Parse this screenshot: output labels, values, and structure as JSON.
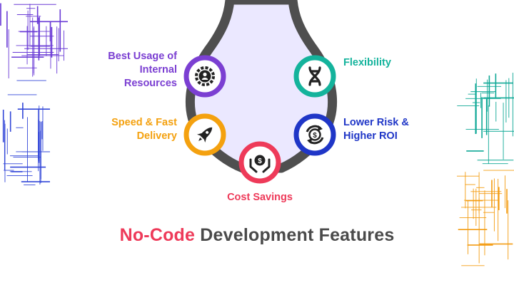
{
  "features": [
    {
      "id": "internal",
      "lines": [
        "Best Usage of",
        "Internal",
        "Resources"
      ],
      "color": "#7b3fd2",
      "icon": "gear-person-icon"
    },
    {
      "id": "flex",
      "lines": [
        "Flexibility"
      ],
      "color": "#14b39c",
      "icon": "dna-icon"
    },
    {
      "id": "speed",
      "lines": [
        "Speed & Fast",
        "Delivery"
      ],
      "color": "#f4a10f",
      "icon": "rocket-icon"
    },
    {
      "id": "risk",
      "lines": [
        "Lower Risk &",
        "Higher ROI"
      ],
      "color": "#1f36c7",
      "icon": "dollar-cycle-icon"
    },
    {
      "id": "cost",
      "lines": [
        "Cost Savings"
      ],
      "color": "#ee3a59",
      "icon": "money-hands-icon"
    }
  ],
  "title": {
    "highlight": "No-Code",
    "rest": "Development Features",
    "highlight_color": "#ee3a59",
    "rest_color": "#4a4a4a"
  },
  "colors": {
    "bulb_fill": "#ebe8ff",
    "bulb_outline": "#4f4f4f",
    "purple": "#6a3bd6",
    "blue": "#3347d8",
    "teal": "#0fa896",
    "orange": "#f39c12"
  }
}
